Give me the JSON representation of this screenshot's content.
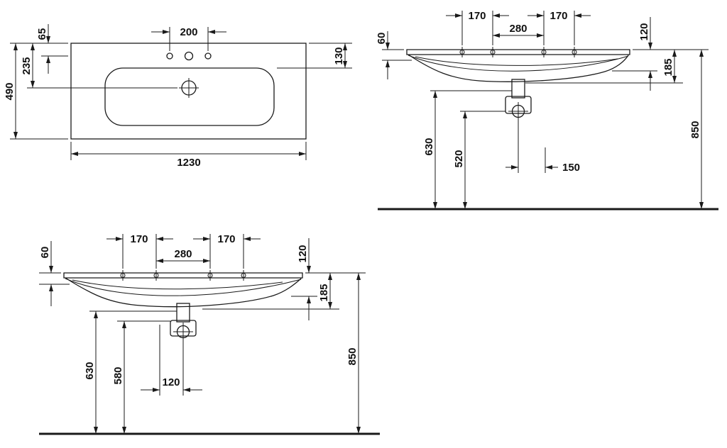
{
  "page": {
    "background": "#ffffff",
    "line_color": "#1a1a1a"
  },
  "views": {
    "plan": {
      "name": "plan view",
      "dims": {
        "faucet_spacing": "200",
        "rear_to_faucet": "65",
        "rear_to_drain": "235",
        "depth": "490",
        "rear_to_bowl": "130",
        "width": "1230"
      }
    },
    "elevation_a": {
      "name": "front elevation with wall outlet",
      "dims": {
        "tap_left": "170",
        "tap_right": "170",
        "tap_center": "280",
        "rim_height": "60",
        "apron_height": "120",
        "basin_depth": "185",
        "underside_height": "630",
        "outlet_height": "520",
        "outlet_offset": "150",
        "rim_to_floor": "850"
      }
    },
    "elevation_b": {
      "name": "front elevation with trap",
      "dims": {
        "tap_left": "170",
        "tap_right": "170",
        "tap_center": "280",
        "rim_height": "60",
        "apron_height": "120",
        "basin_depth": "185",
        "underside_height": "630",
        "trap_height": "580",
        "outlet_offset": "120",
        "rim_to_floor": "850"
      }
    }
  }
}
